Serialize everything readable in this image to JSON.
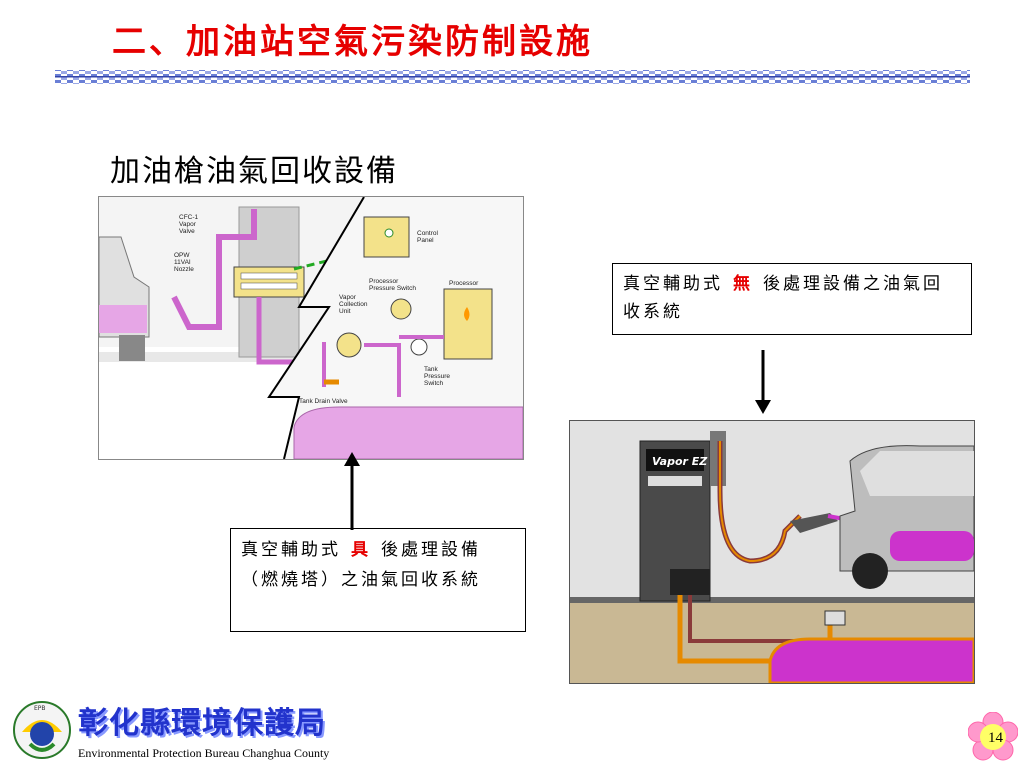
{
  "slide": {
    "title": "二、加油站空氣污染防制設施",
    "subtitle": "加油槍油氣回收設備",
    "page_number": "14"
  },
  "diagram_left": {
    "labels": {
      "cfc": [
        "CFC-1",
        "Vapor",
        "Valve"
      ],
      "nozzle": [
        "OPW",
        "11VAI",
        "Nozzle"
      ],
      "control_panel": [
        "Control",
        "Panel"
      ],
      "processor_pressure_switch": [
        "Processor",
        "Pressure Switch"
      ],
      "processor": "Processor",
      "vapor_collection_unit": [
        "Vapor",
        "Collection",
        "Unit"
      ],
      "tank_pressure_switch": [
        "Tank",
        "Pressure",
        "Switch"
      ],
      "tank_drain_valve": "Tank Drain Valve"
    }
  },
  "diagram_right": {
    "dispenser_brand": "Vapor EZ"
  },
  "callout_left": {
    "pre": "真空輔助式",
    "highlight": "具",
    "post": "後處理設備（燃燒塔）之油氣回收系統"
  },
  "callout_right": {
    "pre": "真空輔助式",
    "highlight": "無",
    "post": "後處理設備之油氣回收系統"
  },
  "footer": {
    "org_name_zh": "彰化縣環境保護局",
    "org_name_en": "Environmental Protection Bureau Changhua County",
    "logo_text": "EPB"
  },
  "colors": {
    "title": "#e60000",
    "highlight": "#e60000",
    "fuel_pink": "#cc33cc",
    "fuel_orange": "#e68a00",
    "footer_blue": "#2233cc"
  }
}
